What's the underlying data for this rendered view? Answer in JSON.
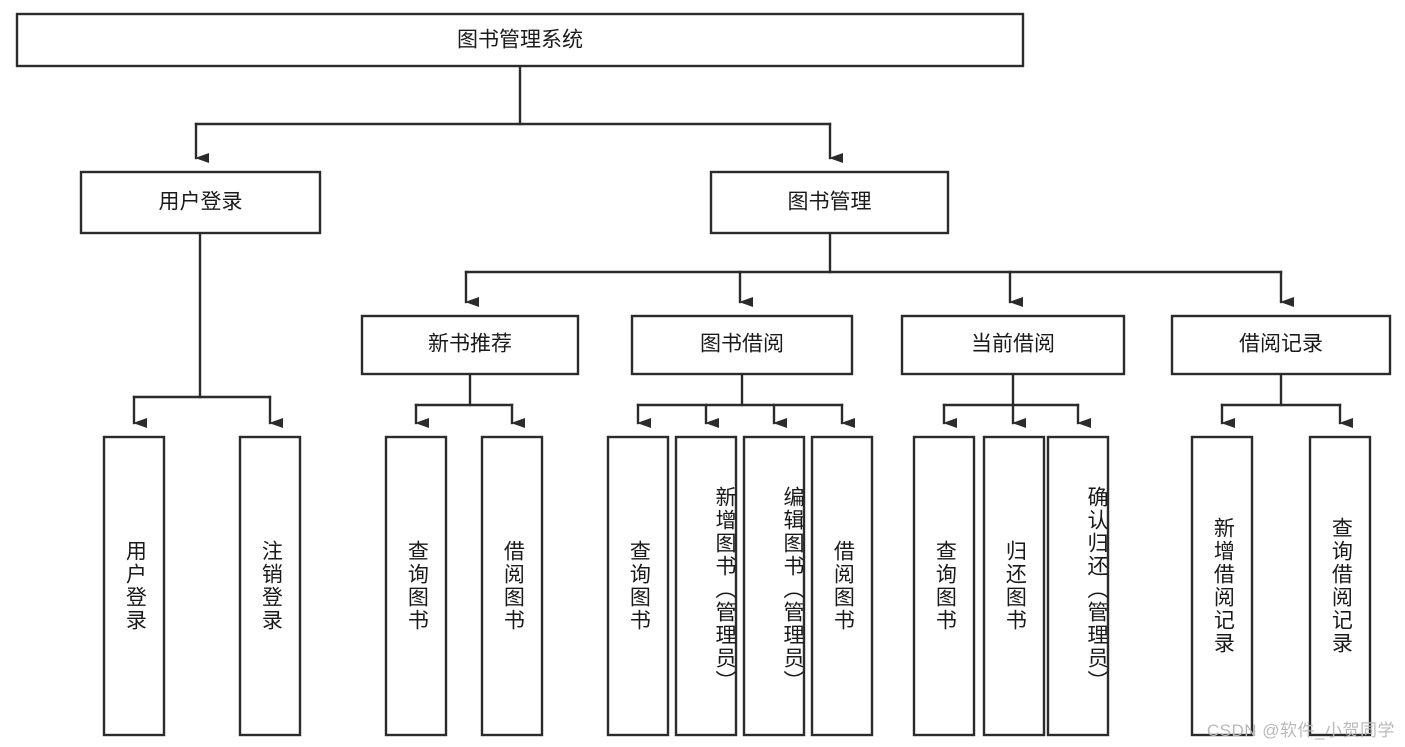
{
  "diagram": {
    "type": "tree",
    "title": "图书管理系统",
    "root": {
      "id": "root",
      "label": "图书管理系统"
    },
    "level2": [
      {
        "id": "user-login",
        "label": "用户登录"
      },
      {
        "id": "book-manage",
        "label": "图书管理"
      }
    ],
    "level3": [
      {
        "id": "new-book-recommend",
        "label": "新书推荐"
      },
      {
        "id": "book-borrow",
        "label": "图书借阅"
      },
      {
        "id": "current-borrow",
        "label": "当前借阅"
      },
      {
        "id": "borrow-record",
        "label": "借阅记录"
      }
    ],
    "leaves": {
      "user_login": [
        {
          "id": "leaf-user-login",
          "label": "用户登录"
        },
        {
          "id": "leaf-logout",
          "label": "注销登录"
        }
      ],
      "new_book_recommend": [
        {
          "id": "leaf-query-book-1",
          "label": "查询图书"
        },
        {
          "id": "leaf-borrow-book-1",
          "label": "借阅图书"
        }
      ],
      "book_borrow": [
        {
          "id": "leaf-query-book-2",
          "label": "查询图书"
        },
        {
          "id": "leaf-add-book",
          "label": "新增图书（管理员）"
        },
        {
          "id": "leaf-edit-book",
          "label": "编辑图书（管理员）"
        },
        {
          "id": "leaf-borrow-book-2",
          "label": "借阅图书"
        }
      ],
      "current_borrow": [
        {
          "id": "leaf-query-book-3",
          "label": "查询图书"
        },
        {
          "id": "leaf-return-book",
          "label": "归还图书"
        },
        {
          "id": "leaf-confirm-return",
          "label": "确认归还（管理员）"
        }
      ],
      "borrow_record": [
        {
          "id": "leaf-add-record",
          "label": "新增借阅记录"
        },
        {
          "id": "leaf-query-record",
          "label": "查询借阅记录"
        }
      ]
    }
  },
  "watermark": {
    "text": "CSDN @软件_小贺同学"
  },
  "colors": {
    "stroke": "#2b2b2b",
    "fill": "#ffffff",
    "text": "#1a1a1a",
    "watermark": "#b9b9b9",
    "background": "#ffffff"
  }
}
